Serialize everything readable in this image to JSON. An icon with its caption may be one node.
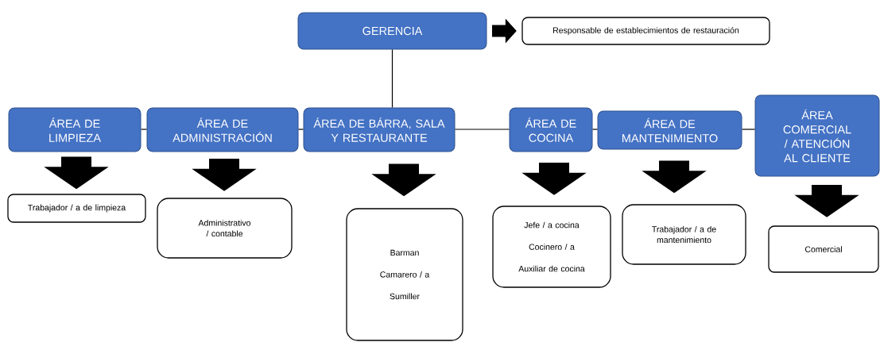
{
  "diagram": {
    "nodes": [
      {
        "text": [
          "GERENCIA"
        ]
      },
      {
        "text": [
          "Responsable de establecimientos de restauración"
        ]
      },
      {
        "text": [
          "ÁREA DE LIMPIEZA"
        ]
      },
      {
        "text": [
          "ÁREA DE ADMINISTRACIÓN"
        ]
      },
      {
        "text": [
          "ÁREA DE BÁRRA, SALA Y RESTAURANTE"
        ]
      },
      {
        "text": [
          "ÁREA DE COCINA"
        ]
      },
      {
        "text": [
          "ÁREA DE MANTENIMIENTO"
        ]
      },
      {
        "text": [
          "ÁREA COMERCIAL / ATENCIÓN AL CLIENTE"
        ]
      },
      {
        "text": [
          "Trabajador / a de limpieza"
        ]
      },
      {
        "text": [
          "Administrativo / contable"
        ]
      },
      {
        "text": [
          "Barman",
          "Camarero / a",
          "Sumiller"
        ]
      },
      {
        "text": [
          "Jefe / a cocina",
          "Cocinero / a",
          "Auxiliar de cocina"
        ]
      },
      {
        "text": [
          "Trabajador / a de mantenimiento"
        ]
      },
      {
        "text": [
          "Comercial"
        ]
      }
    ],
    "edges": [
      {
        "from": 0,
        "to": 1,
        "arrow": "to"
      },
      {
        "from": 0,
        "to": 4,
        "arrow": "none"
      },
      {
        "from": 2,
        "to": 3,
        "arrow": "none"
      },
      {
        "from": 3,
        "to": 4,
        "arrow": "none"
      },
      {
        "from": 4,
        "to": 5,
        "arrow": "none"
      },
      {
        "from": 5,
        "to": 6,
        "arrow": "none"
      },
      {
        "from": 6,
        "to": 7,
        "arrow": "none"
      },
      {
        "from": 2,
        "to": 8,
        "arrow": "to",
        "style": "thick"
      },
      {
        "from": 3,
        "to": 9,
        "arrow": "to",
        "style": "thick"
      },
      {
        "from": 4,
        "to": 10,
        "arrow": "to",
        "style": "thick"
      },
      {
        "from": 5,
        "to": 11,
        "arrow": "to",
        "style": "thick"
      },
      {
        "from": 6,
        "to": 12,
        "arrow": "to",
        "style": "thick"
      },
      {
        "from": 7,
        "to": 13,
        "arrow": "to",
        "style": "thick"
      }
    ]
  }
}
